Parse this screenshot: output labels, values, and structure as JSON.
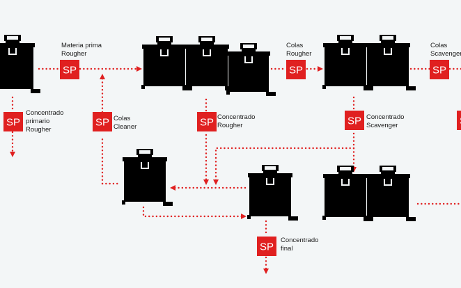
{
  "colors": {
    "background": "#f3f6f7",
    "sampler": "#e02020",
    "cell": "#000000",
    "flow": "#e02020"
  },
  "sampler_label": "SP",
  "labels": {
    "materia_prima": [
      "Materia prima",
      "Rougher"
    ],
    "colas_rougher": [
      "Colas",
      "Rougher"
    ],
    "colas_scavenger": [
      "Colas",
      "Scavenger"
    ],
    "concentrado_primario": [
      "Concentrado",
      "primario",
      "Rougher"
    ],
    "colas_cleaner": [
      "Colas",
      "Cleaner"
    ],
    "concentrado_rougher": [
      "Concentrado",
      "Rougher"
    ],
    "concentrado_scavenger": [
      "Concentrado",
      "Scavenger"
    ],
    "concentrado_final": [
      "Concentrado",
      "final"
    ]
  },
  "icons": {
    "cell": "flotation-cell-icon",
    "sampler": "sampler-icon",
    "arrow": "arrow-head-icon"
  }
}
